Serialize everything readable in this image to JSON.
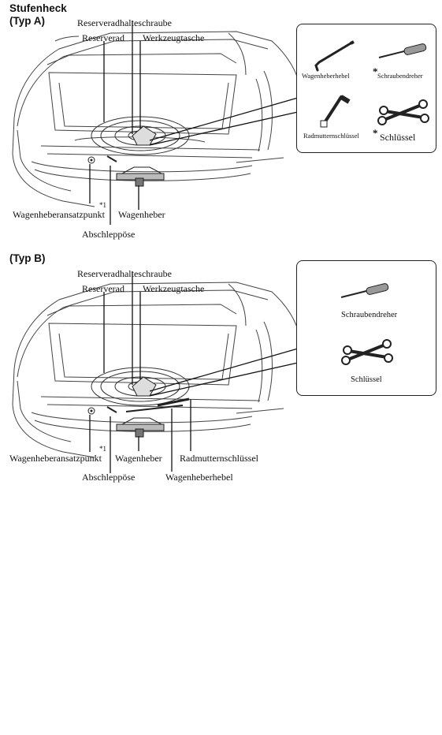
{
  "section_a": {
    "heading_line1": "Stufenheck",
    "heading_line2": "(Typ A)",
    "labels": {
      "spare_wheel_bolt": "Reserveradhalteschraube",
      "spare_wheel": "Reserverad",
      "tool_bag": "Werkzeugtasche",
      "jack_point": "Wagenheberansatzpunkt",
      "footnote_marker": "*1",
      "jack": "Wagenheber",
      "tow_eye": "Abschleppöse"
    },
    "tools": {
      "jack_lever": "Wagenheberhebel",
      "screwdriver_marker": "*",
      "screwdriver": "Schraubendreher",
      "lug_wrench": "Radmutternschlüssel",
      "wrench_marker": "*",
      "wrench": "Schlüssel"
    }
  },
  "section_b": {
    "heading": "(Typ B)",
    "labels": {
      "spare_wheel_bolt": "Reserveradhalteschraube",
      "spare_wheel": "Reserverad",
      "tool_bag": "Werkzeugtasche",
      "jack_point": "Wagenheberansatzpunkt",
      "footnote_marker": "*1",
      "jack": "Wagenheber",
      "lug_wrench": "Radmutternschlüssel",
      "tow_eye": "Abschleppöse",
      "jack_lever": "Wagenheberhebel"
    },
    "tools": {
      "screwdriver": "Schraubendreher",
      "wrench": "Schlüssel"
    }
  }
}
